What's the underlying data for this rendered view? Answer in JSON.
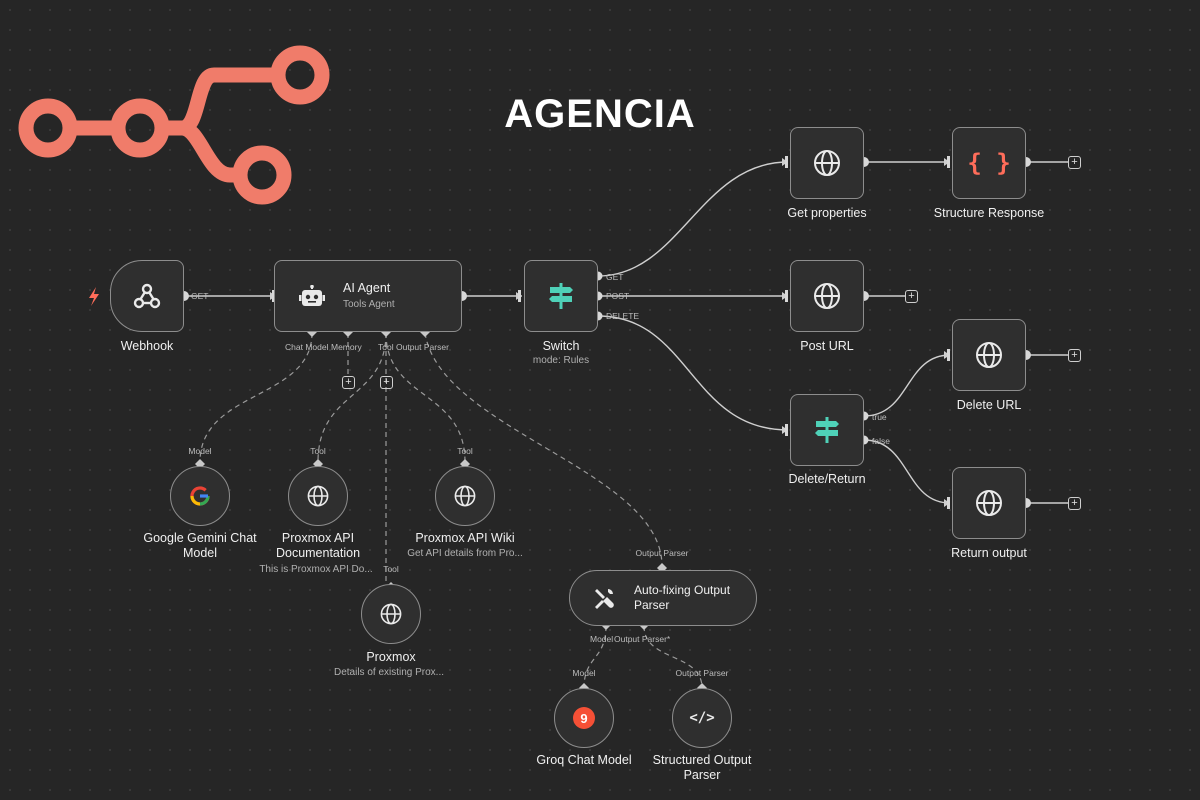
{
  "title": "AGENCIA",
  "nodes": {
    "webhook": {
      "label": "Webhook",
      "port_out": "GET"
    },
    "ai_agent": {
      "title": "AI Agent",
      "subtitle": "Tools Agent",
      "ports": [
        "Chat Model",
        "Memory",
        "Tool",
        "Output Parser"
      ]
    },
    "switch": {
      "label": "Switch",
      "sublabel": "mode: Rules",
      "outputs": [
        "GET",
        "POST",
        "DELETE"
      ]
    },
    "get_properties": {
      "label": "Get properties"
    },
    "structure_response": {
      "label": "Structure Response"
    },
    "post_url": {
      "label": "Post URL"
    },
    "delete_url": {
      "label": "Delete URL"
    },
    "delete_return": {
      "label": "Delete/Return",
      "outputs": [
        "true",
        "false"
      ]
    },
    "return_output": {
      "label": "Return output"
    },
    "gemini": {
      "label_line1": "Google Gemini Chat",
      "label_line2": "Model",
      "port_top": "Model"
    },
    "proxmox_doc": {
      "label_line1": "Proxmox API",
      "label_line2": "Documentation",
      "sublabel": "This is Proxmox API Do...",
      "port_top": "Tool"
    },
    "proxmox_wiki": {
      "label": "Proxmox API Wiki",
      "sublabel": "Get API details from Pro...",
      "port_top": "Tool"
    },
    "proxmox": {
      "label": "Proxmox",
      "sublabel": "Details of existing Prox...",
      "port_top": "Tool"
    },
    "autofix": {
      "label_line1": "Auto-fixing Output",
      "label_line2": "Parser",
      "port_top": "Output Parser",
      "ports": [
        "Model",
        "Output Parser*"
      ]
    },
    "groq": {
      "label": "Groq Chat Model",
      "port_top": "Model",
      "glyph": "9"
    },
    "structured_parser": {
      "label_line1": "Structured Output",
      "label_line2": "Parser",
      "port_top": "Output Parser",
      "glyph": "</>"
    }
  },
  "struct_glyph": "{ }",
  "plus": "+",
  "colors": {
    "logo": "#f07c6a",
    "teal": "#4fd1b8",
    "trigger": "#ff6d5a",
    "canvas": "#262626"
  },
  "icons": [
    "n8n-logo-icon",
    "webhook-icon",
    "robot-icon",
    "signpost-icon",
    "globe-icon",
    "braces-icon",
    "google-g-icon",
    "groq-icon",
    "tools-icon",
    "code-icon",
    "lightning-icon"
  ]
}
